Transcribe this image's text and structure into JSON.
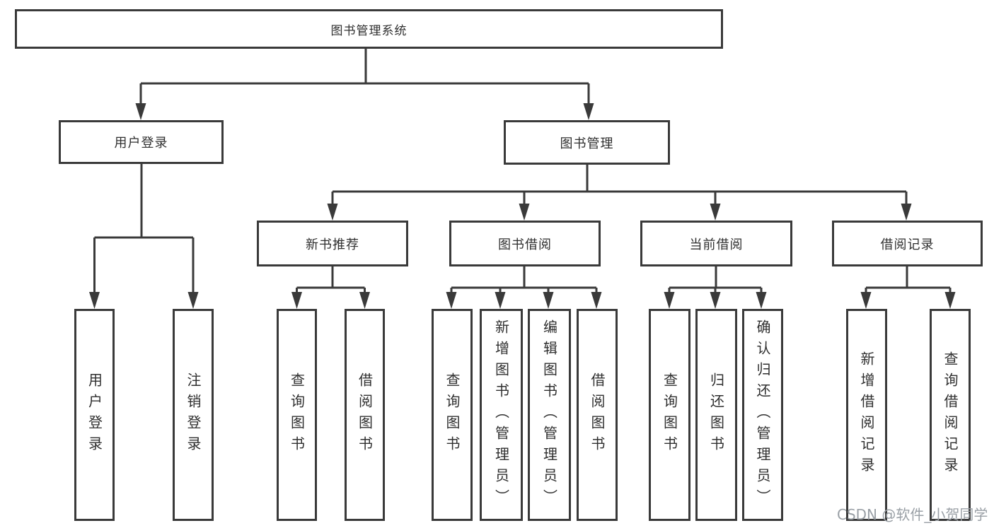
{
  "diagram": {
    "root": {
      "label": "图书管理系统"
    },
    "level2": {
      "user_login": {
        "label": "用户登录"
      },
      "book_mgmt": {
        "label": "图书管理"
      }
    },
    "level3": {
      "new_books": {
        "label": "新书推荐"
      },
      "book_borrow": {
        "label": "图书借阅"
      },
      "current_borrow": {
        "label": "当前借阅"
      },
      "borrow_records": {
        "label": "借阅记录"
      }
    },
    "leaves": {
      "login": {
        "label": "用户登录"
      },
      "logout": {
        "label": "注销登录"
      },
      "nb_query": {
        "label": "查询图书"
      },
      "nb_borrow": {
        "label": "借阅图书"
      },
      "bb_query": {
        "label": "查询图书"
      },
      "bb_add": {
        "label": "新增图书（管理员）"
      },
      "bb_edit": {
        "label": "编辑图书（管理员）"
      },
      "bb_borrow": {
        "label": "借阅图书"
      },
      "cb_query": {
        "label": "查询图书"
      },
      "cb_return": {
        "label": "归还图书"
      },
      "cb_confirm": {
        "label": "确认归还（管理员）"
      },
      "br_add": {
        "label": "新增借阅记录"
      },
      "br_query": {
        "label": "查询借阅记录"
      }
    },
    "watermark": "CSDN @软件_小贺同学",
    "colors": {
      "line": "#3a3a3a",
      "text": "#2f2f2f",
      "watermark": "#9aa0a6",
      "background": "#ffffff"
    }
  }
}
